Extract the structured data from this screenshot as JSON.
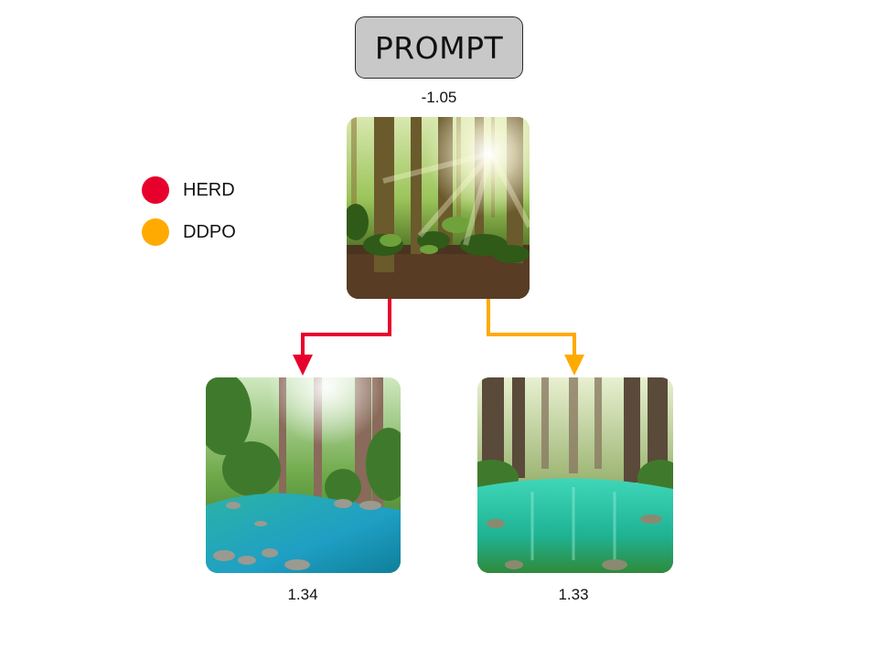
{
  "prompt": {
    "label": "PROMPT"
  },
  "legend": [
    {
      "label": "HERD",
      "color": "#e8002d"
    },
    {
      "label": "DDPO",
      "color": "#ffaa00"
    }
  ],
  "nodes": {
    "root": {
      "score": "-1.05",
      "image": "forest-sunbeams-image"
    },
    "herd": {
      "score": "1.34",
      "image": "forest-stream-image"
    },
    "ddpo": {
      "score": "1.33",
      "image": "redwood-turquoise-pool-image"
    }
  }
}
